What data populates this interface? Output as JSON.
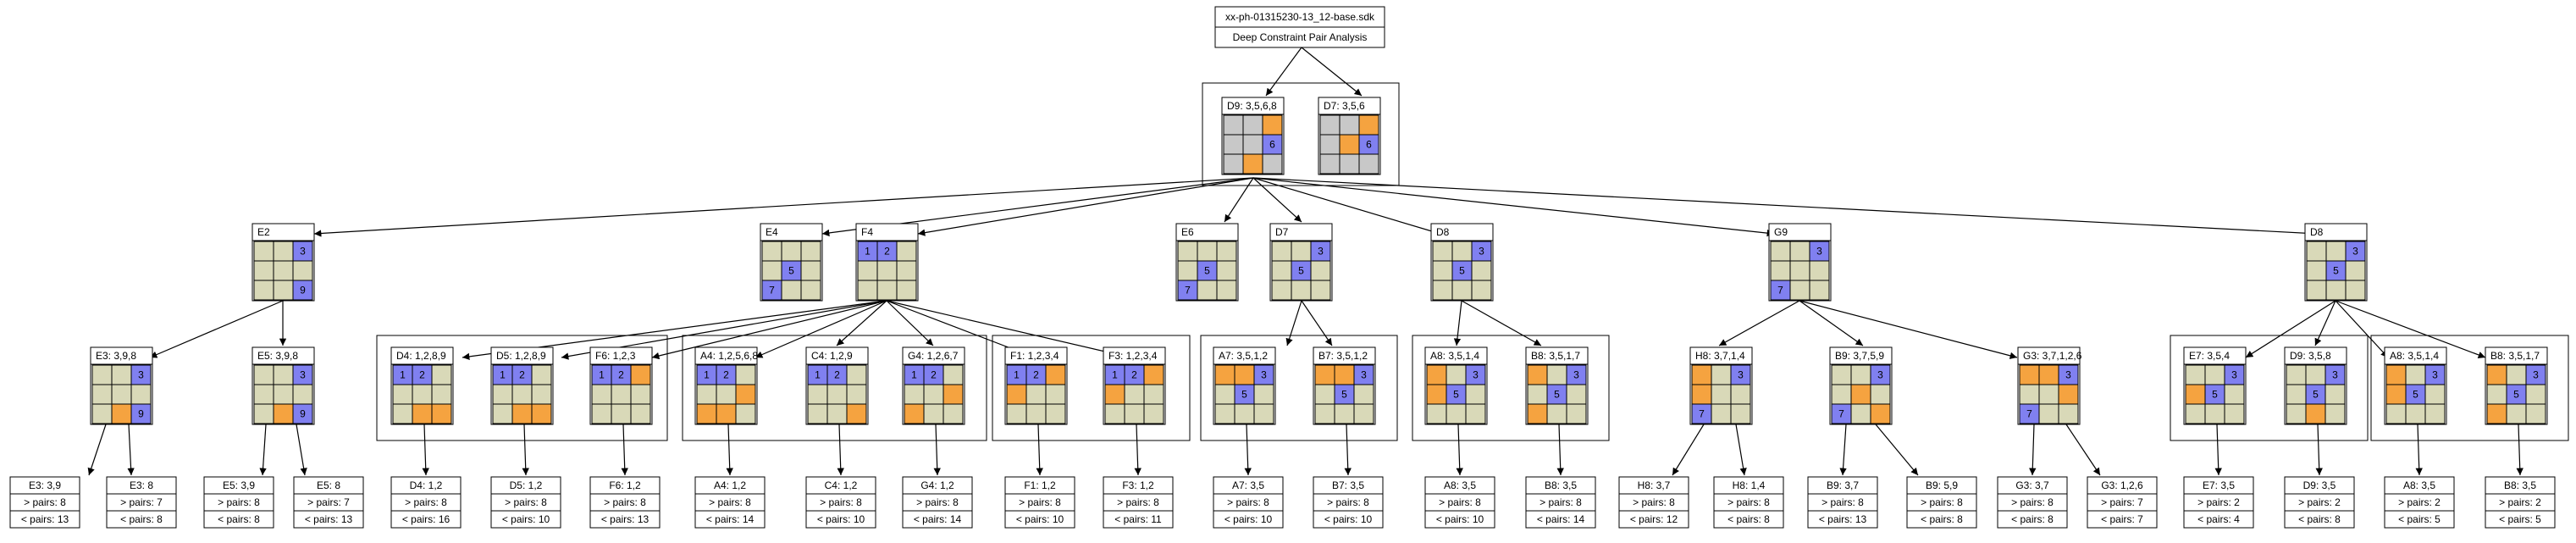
{
  "root": {
    "line1": "xx-ph-01315230-13_12-base.sdk",
    "line2": "Deep Constraint Pair Analysis"
  },
  "colors": {
    "cell": "#d9d9b8",
    "orange": "#f5a340",
    "blue": "#8080f0",
    "gray": "#c8c8c8",
    "stroke": "#000000"
  },
  "top_cluster": [
    {
      "id": "d9a",
      "label": "D9: 3,5,6,8",
      "cells": [
        [
          "g",
          "g",
          "o"
        ],
        [
          "g",
          "g",
          "b6"
        ],
        [
          "g",
          "o",
          "g"
        ]
      ]
    },
    {
      "id": "d7a",
      "label": "D7: 3,5,6",
      "cells": [
        [
          "g",
          "g",
          "o"
        ],
        [
          "g",
          "o",
          "b6"
        ],
        [
          "g",
          "g",
          "g"
        ]
      ]
    }
  ],
  "level1": [
    {
      "id": "e2",
      "label": "E2",
      "cells": [
        [
          "c",
          "c",
          "b3"
        ],
        [
          "c",
          "c",
          "c"
        ],
        [
          "c",
          "c",
          "b9"
        ]
      ]
    },
    {
      "id": "e4",
      "label": "E4",
      "cells": [
        [
          "c",
          "c",
          "c"
        ],
        [
          "c",
          "b5",
          "c"
        ],
        [
          "b7",
          "c",
          "c"
        ]
      ]
    },
    {
      "id": "f4",
      "label": "F4",
      "cells": [
        [
          "b1",
          "b2",
          "c"
        ],
        [
          "c",
          "c",
          "c"
        ],
        [
          "c",
          "c",
          "c"
        ]
      ]
    },
    {
      "id": "e6",
      "label": "E6",
      "cells": [
        [
          "c",
          "c",
          "c"
        ],
        [
          "c",
          "b5",
          "c"
        ],
        [
          "b7",
          "c",
          "c"
        ]
      ]
    },
    {
      "id": "d7",
      "label": "D7",
      "cells": [
        [
          "c",
          "c",
          "b3"
        ],
        [
          "c",
          "b5",
          "c"
        ],
        [
          "c",
          "c",
          "c"
        ]
      ]
    },
    {
      "id": "d8a",
      "label": "D8",
      "cells": [
        [
          "c",
          "c",
          "b3"
        ],
        [
          "c",
          "b5",
          "c"
        ],
        [
          "c",
          "c",
          "c"
        ]
      ]
    },
    {
      "id": "g9",
      "label": "G9",
      "cells": [
        [
          "c",
          "c",
          "b3"
        ],
        [
          "c",
          "c",
          "c"
        ],
        [
          "b7",
          "c",
          "c"
        ]
      ]
    },
    {
      "id": "d8b",
      "label": "D8",
      "cells": [
        [
          "c",
          "c",
          "b3"
        ],
        [
          "c",
          "b5",
          "c"
        ],
        [
          "c",
          "c",
          "c"
        ]
      ]
    }
  ],
  "level2": [
    {
      "id": "e3",
      "label": "E3: 3,9,8",
      "cells": [
        [
          "c",
          "c",
          "b3"
        ],
        [
          "c",
          "c",
          "c"
        ],
        [
          "c",
          "o",
          "b9"
        ]
      ]
    },
    {
      "id": "e5",
      "label": "E5: 3,9,8",
      "cells": [
        [
          "c",
          "c",
          "b3"
        ],
        [
          "c",
          "c",
          "c"
        ],
        [
          "c",
          "o",
          "b9"
        ]
      ]
    },
    {
      "id": "d4",
      "label": "D4: 1,2,8,9",
      "cells": [
        [
          "b1",
          "b2",
          "c"
        ],
        [
          "c",
          "c",
          "c"
        ],
        [
          "c",
          "o",
          "o"
        ]
      ]
    },
    {
      "id": "d5",
      "label": "D5: 1,2,8,9",
      "cells": [
        [
          "b1",
          "b2",
          "c"
        ],
        [
          "c",
          "c",
          "c"
        ],
        [
          "c",
          "o",
          "o"
        ]
      ]
    },
    {
      "id": "f6",
      "label": "F6: 1,2,3",
      "cells": [
        [
          "b1",
          "b2",
          "o"
        ],
        [
          "c",
          "c",
          "c"
        ],
        [
          "c",
          "c",
          "c"
        ]
      ]
    },
    {
      "id": "a4",
      "label": "A4: 1,2,5,6,8",
      "cells": [
        [
          "b1",
          "b2",
          "c"
        ],
        [
          "c",
          "c",
          "o"
        ],
        [
          "o",
          "o",
          "c"
        ]
      ]
    },
    {
      "id": "c4",
      "label": "C4: 1,2,9",
      "cells": [
        [
          "b1",
          "b2",
          "c"
        ],
        [
          "c",
          "c",
          "c"
        ],
        [
          "c",
          "c",
          "o"
        ]
      ]
    },
    {
      "id": "g4",
      "label": "G4: 1,2,6,7",
      "cells": [
        [
          "b1",
          "b2",
          "c"
        ],
        [
          "c",
          "c",
          "o"
        ],
        [
          "o",
          "c",
          "c"
        ]
      ]
    },
    {
      "id": "f1",
      "label": "F1: 1,2,3,4",
      "cells": [
        [
          "b1",
          "b2",
          "o"
        ],
        [
          "o",
          "c",
          "c"
        ],
        [
          "c",
          "c",
          "c"
        ]
      ]
    },
    {
      "id": "f3",
      "label": "F3: 1,2,3,4",
      "cells": [
        [
          "b1",
          "b2",
          "o"
        ],
        [
          "o",
          "c",
          "c"
        ],
        [
          "c",
          "c",
          "c"
        ]
      ]
    },
    {
      "id": "a7",
      "label": "A7: 3,5,1,2",
      "cells": [
        [
          "o",
          "o",
          "b3"
        ],
        [
          "c",
          "b5",
          "c"
        ],
        [
          "c",
          "c",
          "c"
        ]
      ]
    },
    {
      "id": "b7",
      "label": "B7: 3,5,1,2",
      "cells": [
        [
          "o",
          "o",
          "b3"
        ],
        [
          "c",
          "b5",
          "c"
        ],
        [
          "c",
          "c",
          "c"
        ]
      ]
    },
    {
      "id": "a8",
      "label": "A8: 3,5,1,4",
      "cells": [
        [
          "o",
          "c",
          "b3"
        ],
        [
          "o",
          "b5",
          "c"
        ],
        [
          "c",
          "c",
          "c"
        ]
      ]
    },
    {
      "id": "b8",
      "label": "B8: 3,5,1,7",
      "cells": [
        [
          "o",
          "c",
          "b3"
        ],
        [
          "c",
          "b5",
          "c"
        ],
        [
          "o",
          "c",
          "c"
        ]
      ]
    },
    {
      "id": "h8",
      "label": "H8: 3,7,1,4",
      "cells": [
        [
          "o",
          "c",
          "b3"
        ],
        [
          "o",
          "c",
          "c"
        ],
        [
          "b7",
          "c",
          "c"
        ]
      ]
    },
    {
      "id": "b9",
      "label": "B9: 3,7,5,9",
      "cells": [
        [
          "c",
          "c",
          "b3"
        ],
        [
          "c",
          "o",
          "c"
        ],
        [
          "b7",
          "c",
          "o"
        ]
      ]
    },
    {
      "id": "g3",
      "label": "G3: 3,7,1,2,6",
      "cells": [
        [
          "o",
          "o",
          "b3"
        ],
        [
          "c",
          "c",
          "o"
        ],
        [
          "b7",
          "c",
          "c"
        ]
      ]
    },
    {
      "id": "e7",
      "label": "E7: 3,5,4",
      "cells": [
        [
          "c",
          "c",
          "b3"
        ],
        [
          "o",
          "b5",
          "c"
        ],
        [
          "c",
          "c",
          "c"
        ]
      ]
    },
    {
      "id": "d9",
      "label": "D9: 3,5,8",
      "cells": [
        [
          "c",
          "c",
          "b3"
        ],
        [
          "c",
          "b5",
          "c"
        ],
        [
          "c",
          "o",
          "c"
        ]
      ]
    },
    {
      "id": "a8b",
      "label": "A8: 3,5,1,4",
      "cells": [
        [
          "o",
          "c",
          "b3"
        ],
        [
          "o",
          "b5",
          "c"
        ],
        [
          "c",
          "c",
          "c"
        ]
      ]
    },
    {
      "id": "b8b",
      "label": "B8: 3,5,1,7",
      "cells": [
        [
          "o",
          "c",
          "b3"
        ],
        [
          "c",
          "b5",
          "c"
        ],
        [
          "o",
          "c",
          "c"
        ]
      ]
    }
  ],
  "leaves": [
    {
      "id": "e3l",
      "title": "E3: 3,9",
      "gt": "> pairs: 8",
      "lt": "< pairs: 13"
    },
    {
      "id": "e3r",
      "title": "E3: 8",
      "gt": "> pairs: 7",
      "lt": "< pairs: 8"
    },
    {
      "id": "e5l",
      "title": "E5: 3,9",
      "gt": "> pairs: 8",
      "lt": "< pairs: 8"
    },
    {
      "id": "e5r",
      "title": "E5: 8",
      "gt": "> pairs: 7",
      "lt": "< pairs: 13"
    },
    {
      "id": "d4l",
      "title": "D4: 1,2",
      "gt": "> pairs: 8",
      "lt": "< pairs: 16"
    },
    {
      "id": "d5l",
      "title": "D5: 1,2",
      "gt": "> pairs: 8",
      "lt": "< pairs: 10"
    },
    {
      "id": "f6l",
      "title": "F6: 1,2",
      "gt": "> pairs: 8",
      "lt": "< pairs: 13"
    },
    {
      "id": "a4l",
      "title": "A4: 1,2",
      "gt": "> pairs: 8",
      "lt": "< pairs: 14"
    },
    {
      "id": "c4l",
      "title": "C4: 1,2",
      "gt": "> pairs: 8",
      "lt": "< pairs: 10"
    },
    {
      "id": "g4l",
      "title": "G4: 1,2",
      "gt": "> pairs: 8",
      "lt": "< pairs: 14"
    },
    {
      "id": "f1l",
      "title": "F1: 1,2",
      "gt": "> pairs: 8",
      "lt": "< pairs: 10"
    },
    {
      "id": "f3l",
      "title": "F3: 1,2",
      "gt": "> pairs: 8",
      "lt": "< pairs: 11"
    },
    {
      "id": "a7l",
      "title": "A7: 3,5",
      "gt": "> pairs: 8",
      "lt": "< pairs: 10"
    },
    {
      "id": "b7l",
      "title": "B7: 3,5",
      "gt": "> pairs: 8",
      "lt": "< pairs: 10"
    },
    {
      "id": "a8l",
      "title": "A8: 3,5",
      "gt": "> pairs: 8",
      "lt": "< pairs: 10"
    },
    {
      "id": "b8l",
      "title": "B8: 3,5",
      "gt": "> pairs: 8",
      "lt": "< pairs: 14"
    },
    {
      "id": "h8l",
      "title": "H8: 3,7",
      "gt": "> pairs: 8",
      "lt": "< pairs: 12"
    },
    {
      "id": "h8r",
      "title": "H8: 1,4",
      "gt": "> pairs: 8",
      "lt": "< pairs: 8"
    },
    {
      "id": "b9l",
      "title": "B9: 3,7",
      "gt": "> pairs: 8",
      "lt": "< pairs: 13"
    },
    {
      "id": "b9r",
      "title": "B9: 5,9",
      "gt": "> pairs: 8",
      "lt": "< pairs: 8"
    },
    {
      "id": "g3l",
      "title": "G3: 3,7",
      "gt": "> pairs: 8",
      "lt": "< pairs: 8"
    },
    {
      "id": "g3r",
      "title": "G3: 1,2,6",
      "gt": "> pairs: 7",
      "lt": "< pairs: 7"
    },
    {
      "id": "e7l",
      "title": "E7: 3,5",
      "gt": "> pairs: 2",
      "lt": "< pairs: 4"
    },
    {
      "id": "d9l",
      "title": "D9: 3,5",
      "gt": "> pairs: 2",
      "lt": "< pairs: 8"
    },
    {
      "id": "a8bl",
      "title": "A8: 3,5",
      "gt": "> pairs: 2",
      "lt": "< pairs: 5"
    },
    {
      "id": "b8bl",
      "title": "B8: 3,5",
      "gt": "> pairs: 2",
      "lt": "< pairs: 5"
    }
  ]
}
